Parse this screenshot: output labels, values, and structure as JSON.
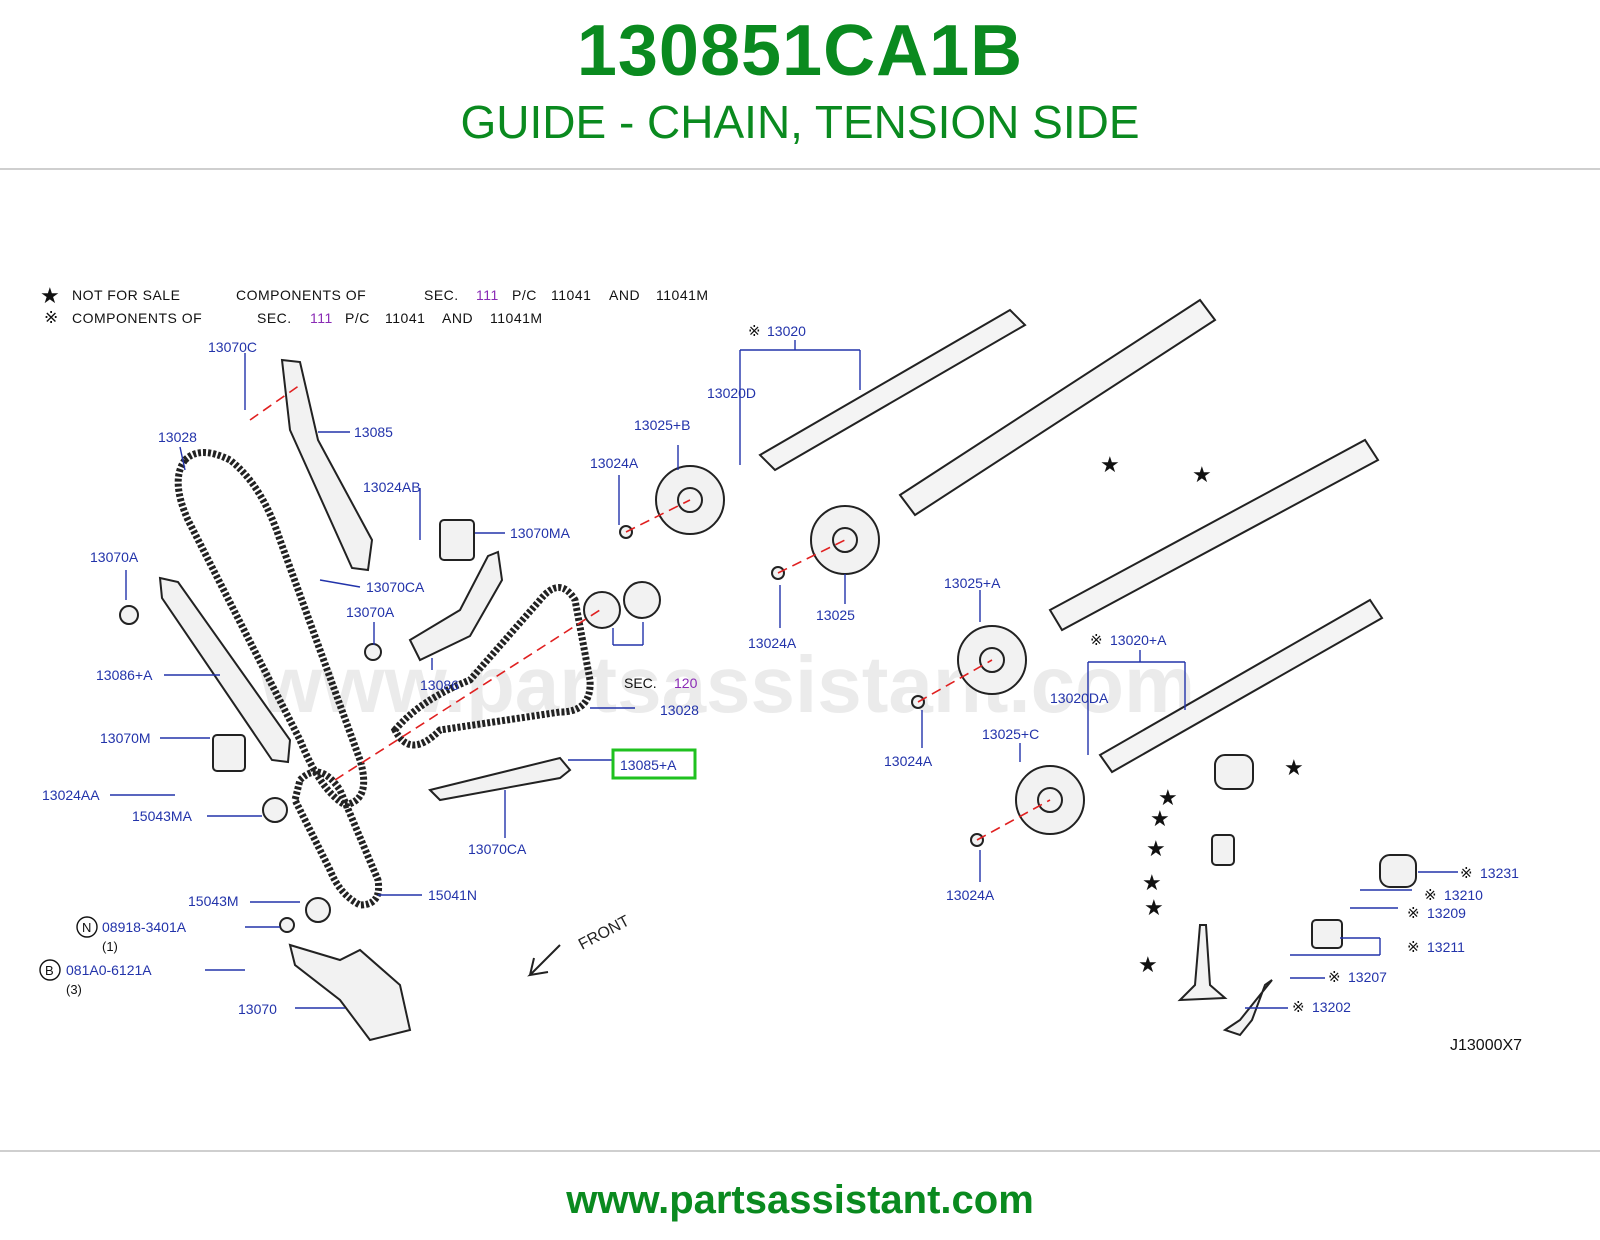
{
  "header": {
    "part_number": "130851CA1B",
    "description": "GUIDE - CHAIN, TENSION SIDE"
  },
  "notes": {
    "star_line": {
      "text1": "NOT FOR SALE",
      "text2": "COMPONENTS OF",
      "sec": "SEC.",
      "sec_num": "111",
      "pc": "P/C",
      "pc1": "11041",
      "and": "AND",
      "pc2": "11041M"
    },
    "ref_line": {
      "text1": "COMPONENTS OF",
      "sec": "SEC.",
      "sec_num": "111",
      "pc": "P/C",
      "pc1": "11041",
      "and": "AND",
      "pc2": "11041M"
    }
  },
  "labels": {
    "l13070C": "13070C",
    "l13028a": "13028",
    "l13085": "13085",
    "l13024AB": "13024AB",
    "l13070MA": "13070MA",
    "l13070A_a": "13070A",
    "l13070CA_a": "13070CA",
    "l13070A_b": "13070A",
    "l13086pA": "13086+A",
    "l13086": "13086",
    "l13028b": "13028",
    "l13070M": "13070M",
    "l13024AA": "13024AA",
    "l15043MA": "15043MA",
    "l13085pA": "13085+A",
    "l13070CA_b": "13070CA",
    "l15043M": "15043M",
    "l15041N": "15041N",
    "l08918": "08918-3401A",
    "l08918q": "(1)",
    "l081A0": "081A0-6121A",
    "l081A0q": "(3)",
    "l13070": "13070",
    "front": "FRONT",
    "sec120": "SEC.",
    "sec120num": "120",
    "l13020": "13020",
    "l13020D": "13020D",
    "l13025pB": "13025+B",
    "l13024A_a": "13024A",
    "l13024A_b": "13024A",
    "l13025": "13025",
    "l13025pA": "13025+A",
    "l13020pA": "13020+A",
    "l13020DA": "13020DA",
    "l13024A_c": "13024A",
    "l13025pC": "13025+C",
    "l13024A_d": "13024A",
    "l13231": "13231",
    "l13210": "13210",
    "l13209": "13209",
    "l13211": "13211",
    "l13207": "13207",
    "l13202": "13202",
    "code": "J13000X7",
    "badge_N": "N",
    "badge_B": "B",
    "watermark": "www.partsassistant.com"
  },
  "highlight_part": "13085+A",
  "colors": {
    "green": "#0a8a1f",
    "label_blue": "#2233aa",
    "sec_purple": "#8a2bb5",
    "leader_red": "#e02020"
  },
  "footer": {
    "url": "www.partsassistant.com"
  }
}
